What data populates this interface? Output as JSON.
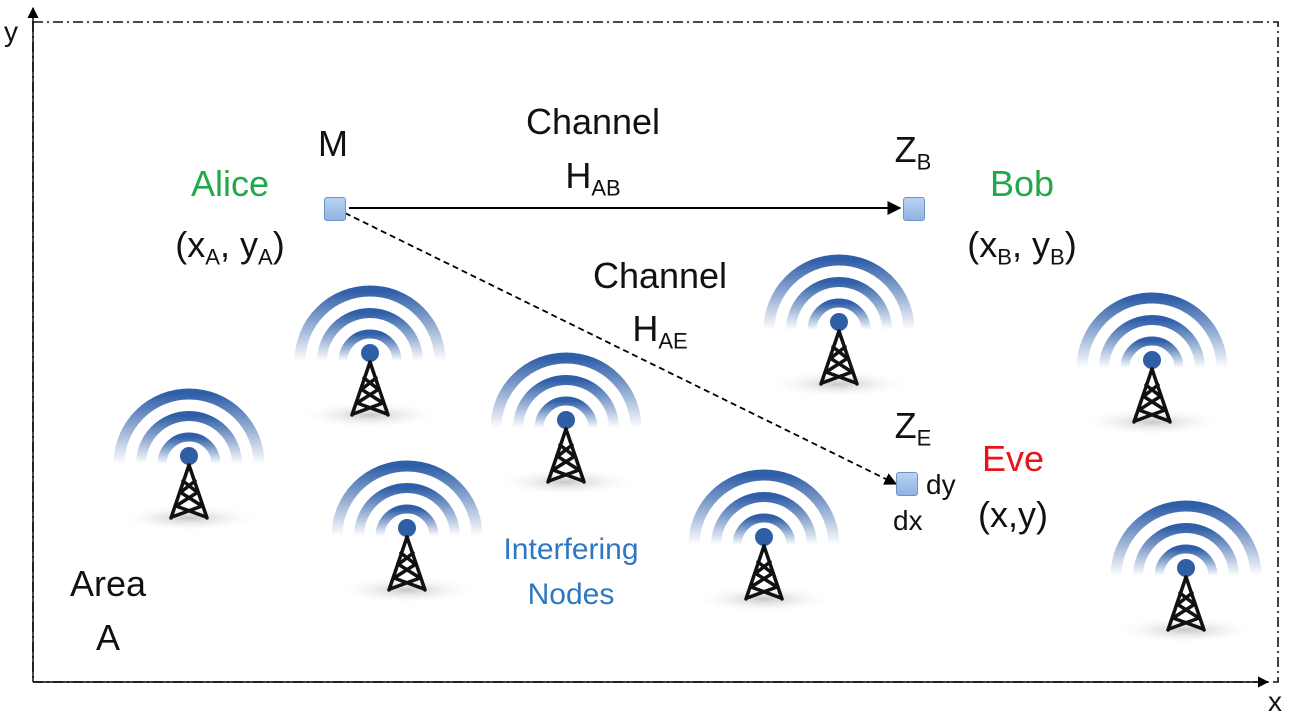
{
  "axes": {
    "x_label": "x",
    "y_label": "y"
  },
  "area": {
    "line1": "Area",
    "line2": "A"
  },
  "alice": {
    "name": "Alice",
    "coord_open": "(x",
    "coord_sub1": "A",
    "coord_mid": ", y",
    "coord_sub2": "A",
    "coord_close": ")",
    "node_label": "M"
  },
  "bob": {
    "name": "Bob",
    "coord_open": "(x",
    "coord_sub1": "B",
    "coord_mid": ", y",
    "coord_sub2": "B",
    "coord_close": ")",
    "node_label_main": "Z",
    "node_label_sub": "B"
  },
  "eve": {
    "name": "Eve",
    "coord": "(x,y)",
    "node_label_main": "Z",
    "node_label_sub": "E",
    "dx": "dx",
    "dy": "dy"
  },
  "channel_ab": {
    "word": "Channel",
    "symbol": "H",
    "sub": "AB"
  },
  "channel_ae": {
    "word": "Channel",
    "symbol": "H",
    "sub": "AE"
  },
  "interferers": {
    "line1": "Interfering",
    "line2": "Nodes",
    "icon": "radio-tower-icon"
  },
  "colors": {
    "legit": "#22a84a",
    "eavesdropper": "#e8141c",
    "interferer": "#2e78c2",
    "node_fill": "#a9c6ec",
    "tower_blue": "#2e5fa5"
  }
}
